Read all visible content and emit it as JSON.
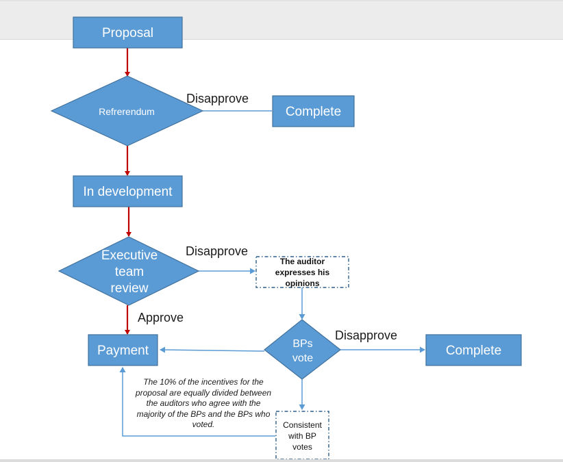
{
  "colors": {
    "node_fill": "#5b9bd5",
    "node_stroke": "#41719c",
    "node_text": "#ffffff",
    "arrow_red": "#c00000",
    "arrow_blue": "#5b9bd5",
    "dashed_stroke": "#2e5f8a",
    "label_text": "#1a1a1a"
  },
  "nodes": {
    "proposal": "Proposal",
    "referendum": "Refrerendum",
    "complete_top": "Complete",
    "in_development": "In development",
    "executive_review": [
      "Executive",
      "team",
      "review"
    ],
    "auditor_opinions": [
      "The auditor",
      "expresses his",
      "opinions"
    ],
    "bps_vote": [
      "BPs",
      "vote"
    ],
    "complete_bottom": "Complete",
    "payment": "Payment",
    "consistent_votes": [
      "Consistent",
      "with BP",
      "votes"
    ]
  },
  "edge_labels": {
    "referendum_disapprove": "Disapprove",
    "executive_disapprove": "Disapprove",
    "executive_approve": "Approve",
    "bps_disapprove": "Disapprove"
  },
  "note": "The 10% of the incentives for the proposal are equally divided between the auditors who agree with the majority of the BPs and the BPs who voted."
}
